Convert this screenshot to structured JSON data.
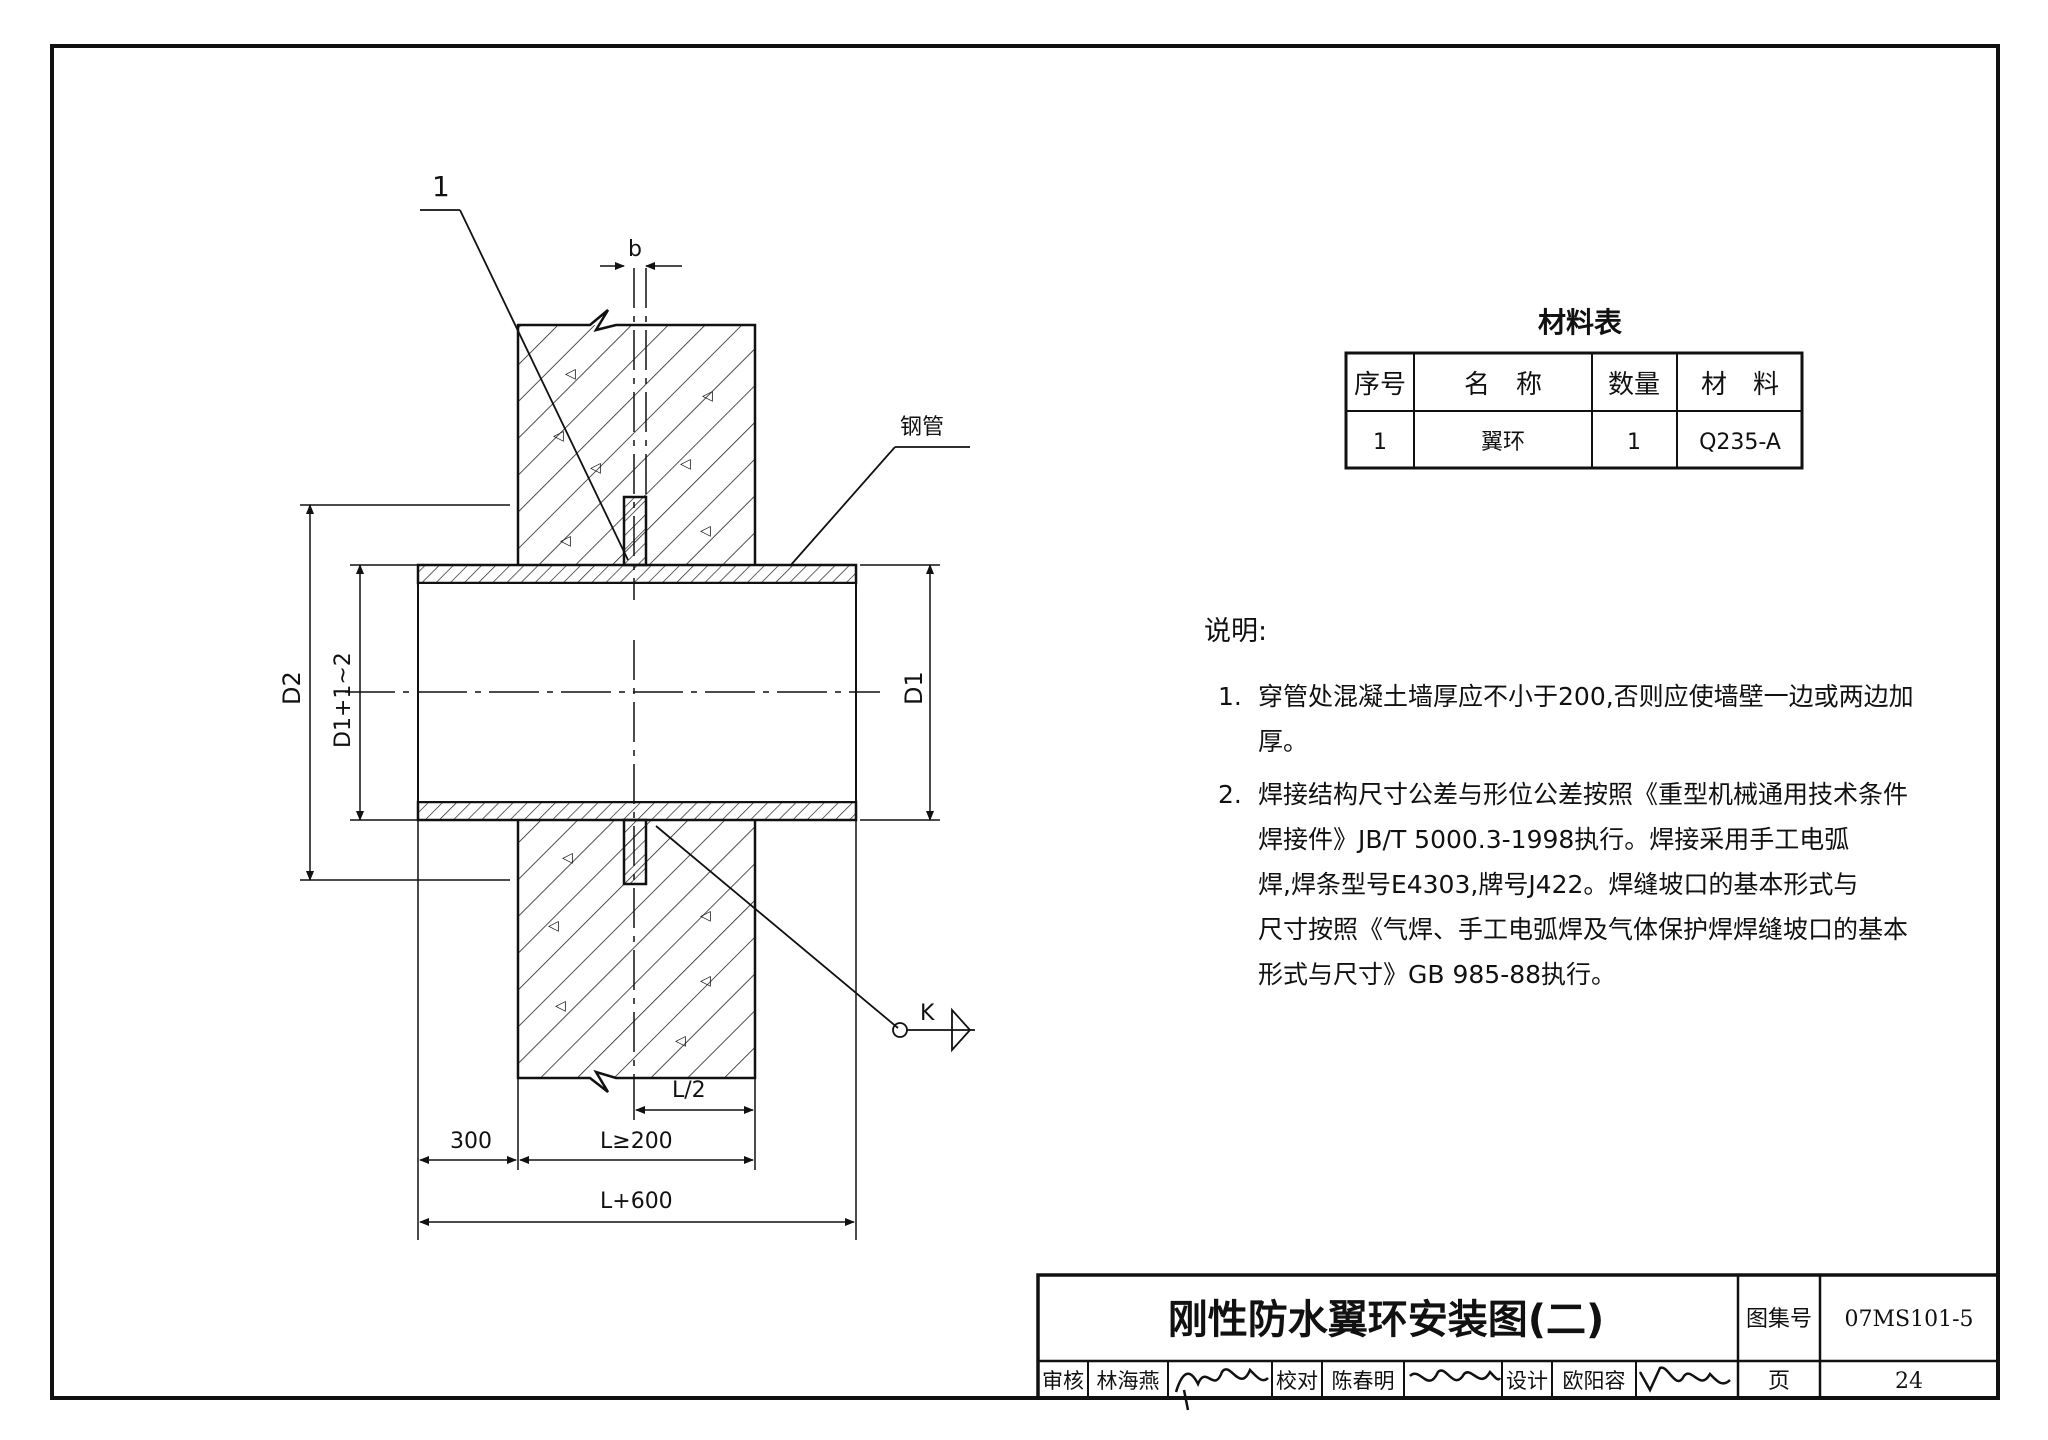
{
  "drawing": {
    "callout_number": "1",
    "dim_b": "b",
    "label_pipe": "钢管",
    "dim_d2": "D2",
    "dim_d1_tol": "D1+1~2",
    "dim_d1": "D1",
    "weld_symbol": "K",
    "dim_half_l": "L/2",
    "dim_300": "300",
    "dim_wall": "L≥200",
    "dim_total": "L+600"
  },
  "material_table": {
    "title": "材料表",
    "headers": [
      "序号",
      "名　称",
      "数量",
      "材　料"
    ],
    "rows": [
      [
        "1",
        "翼环",
        "1",
        "Q235-A"
      ]
    ]
  },
  "notes": {
    "heading": "说明:",
    "items": [
      {
        "num": "1.",
        "lines": [
          "穿管处混凝土墙厚应不小于200,否则应使墙壁一边或两边加",
          "厚。"
        ]
      },
      {
        "num": "2.",
        "lines": [
          "焊接结构尺寸公差与形位公差按照《重型机械通用技术条件",
          "焊接件》JB/T 5000.3-1998执行。焊接采用手工电弧",
          "焊,焊条型号E4303,牌号J422。焊缝坡口的基本形式与",
          "尺寸按照《气焊、手工电弧焊及气体保护焊焊缝坡口的基本",
          "形式与尺寸》GB 985-88执行。"
        ]
      }
    ]
  },
  "title_block": {
    "title": "刚性防水翼环安装图(二)",
    "atlas_label": "图集号",
    "atlas_no": "07MS101-5",
    "page_label": "页",
    "page_no": "24",
    "review_label": "审核",
    "review_name": "林海燕",
    "check_label": "校对",
    "check_name": "陈春明",
    "design_label": "设计",
    "design_name": "欧阳容"
  }
}
